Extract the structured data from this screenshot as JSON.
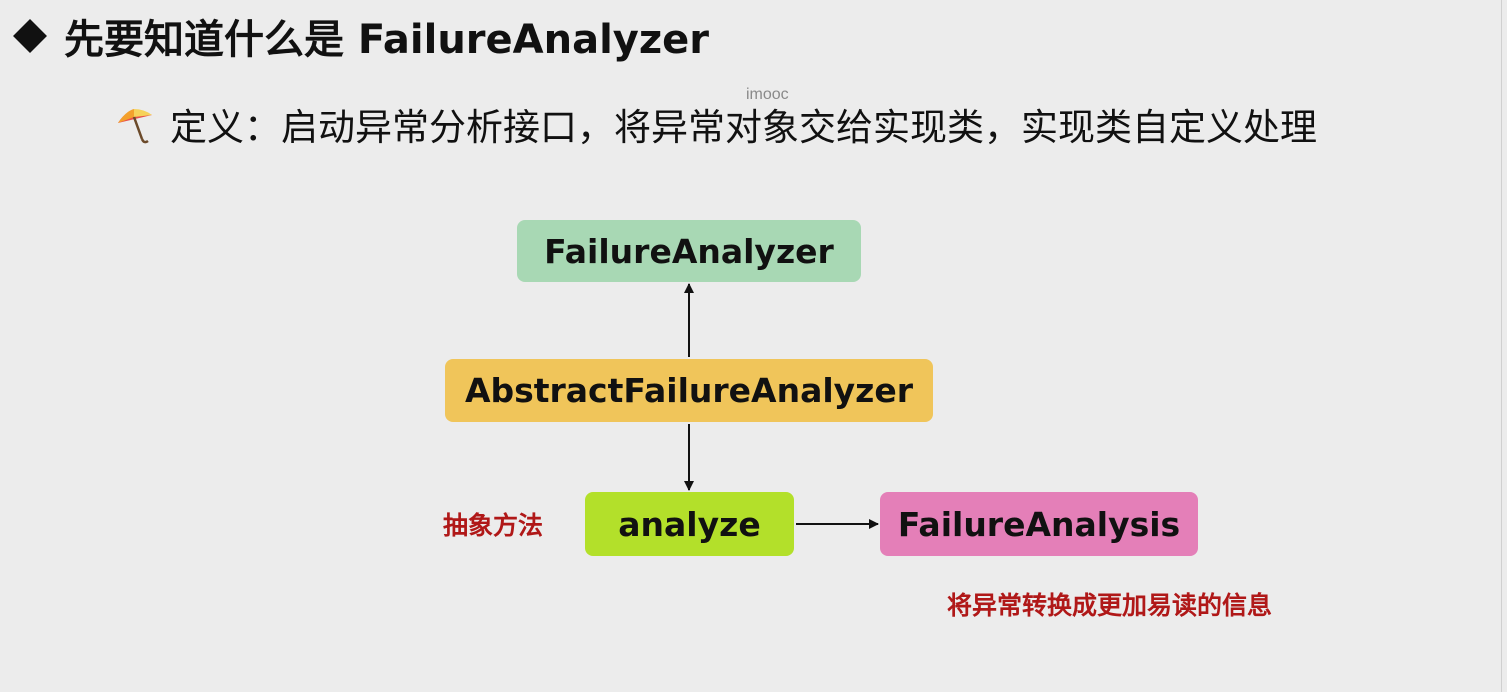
{
  "slide": {
    "title": "先要知道什么是 FailureAnalyzer",
    "watermark": "imooc",
    "definition": "定义：启动异常分析接口，将异常对象交给实现类，实现类自定义处理"
  },
  "diagram": {
    "nodes": {
      "failure_analyzer": "FailureAnalyzer",
      "abstract_failure_analyzer": "AbstractFailureAnalyzer",
      "analyze": "analyze",
      "failure_analysis": "FailureAnalysis"
    },
    "labels": {
      "abstract_method": "抽象方法",
      "readable_info": "将异常转换成更加易读的信息"
    },
    "colors": {
      "failure_analyzer": "#a8d8b4",
      "abstract_failure_analyzer": "#f0c55a",
      "analyze": "#b3e02a",
      "failure_analysis": "#e47fb8",
      "label_red": "#b01818"
    },
    "icons": {
      "bullet": "diamond-bullet-icon",
      "definition": "umbrella-icon"
    }
  }
}
